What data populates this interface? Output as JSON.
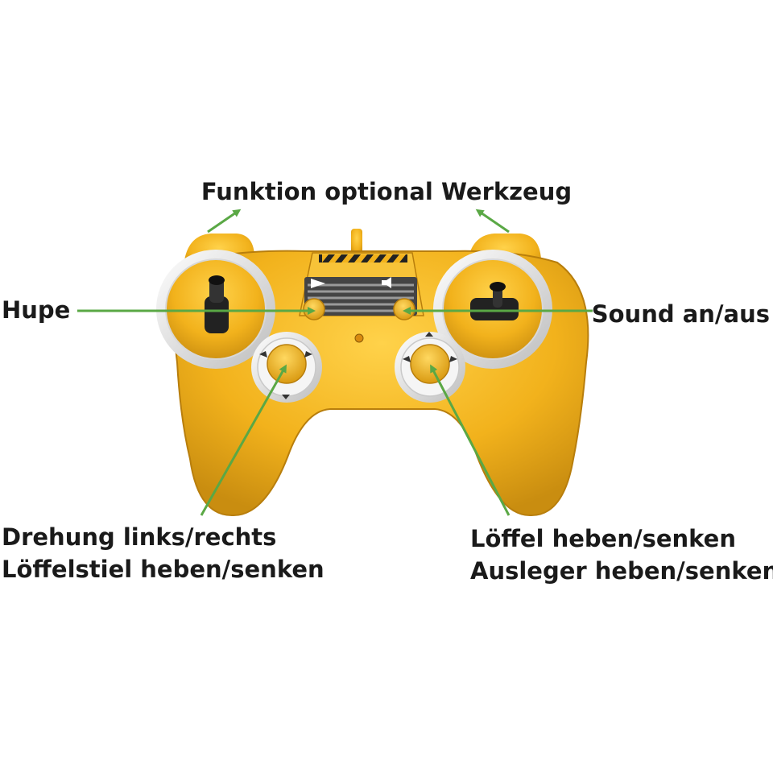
{
  "labels": {
    "top": "Funktion optional Werkzeug",
    "left": "Hupe",
    "right": "Sound an/aus",
    "bottom_left": [
      "Drehung links/rechts",
      "Löffelstiel heben/senken"
    ],
    "bottom_right": [
      "Löffel heben/senken",
      "Ausleger heben/senken"
    ]
  },
  "colors": {
    "controller_body": "#f2b21c",
    "controller_shade": "#c98d10",
    "ring": "#e9e9e9",
    "callout_line": "#5aa845",
    "text": "#1a1a1a",
    "stick": "#222222"
  }
}
